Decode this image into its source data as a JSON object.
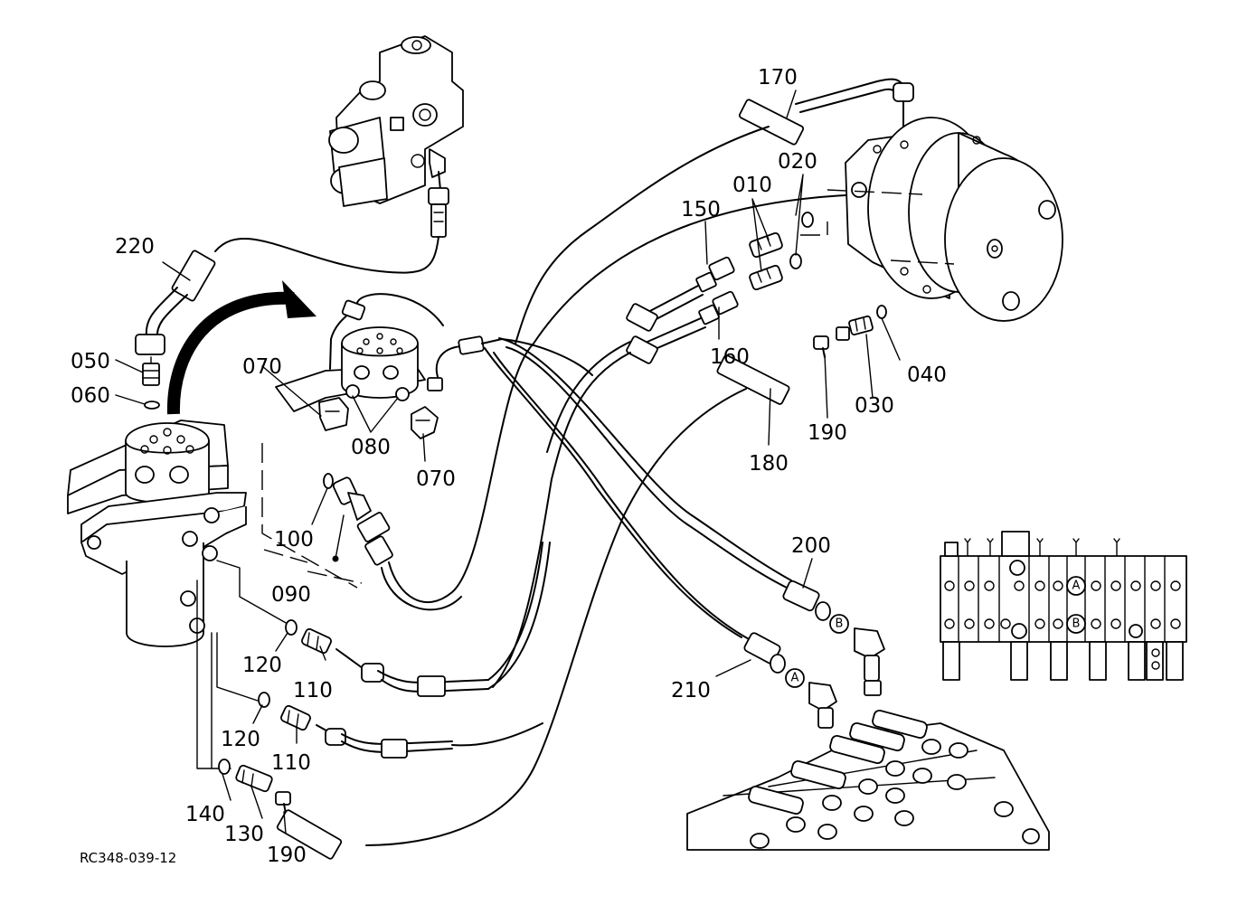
{
  "diagram": {
    "reference_code": "RC348-039-12",
    "part_labels": {
      "p010": "010",
      "p020": "020",
      "p030": "030",
      "p040": "040",
      "p050": "050",
      "p060": "060",
      "p070a": "070",
      "p070b": "070",
      "p080": "080",
      "p090": "090",
      "p100": "100",
      "p110a": "110",
      "p110b": "110",
      "p120a": "120",
      "p120b": "120",
      "p130": "130",
      "p140": "140",
      "p150": "150",
      "p160": "160",
      "p170": "170",
      "p180": "180",
      "p190a": "190",
      "p190b": "190",
      "p200": "200",
      "p210": "210",
      "p220": "220"
    },
    "port_markers": {
      "a_hose": "A",
      "b_hose": "B",
      "a_valve": "A",
      "b_valve": "B"
    }
  }
}
